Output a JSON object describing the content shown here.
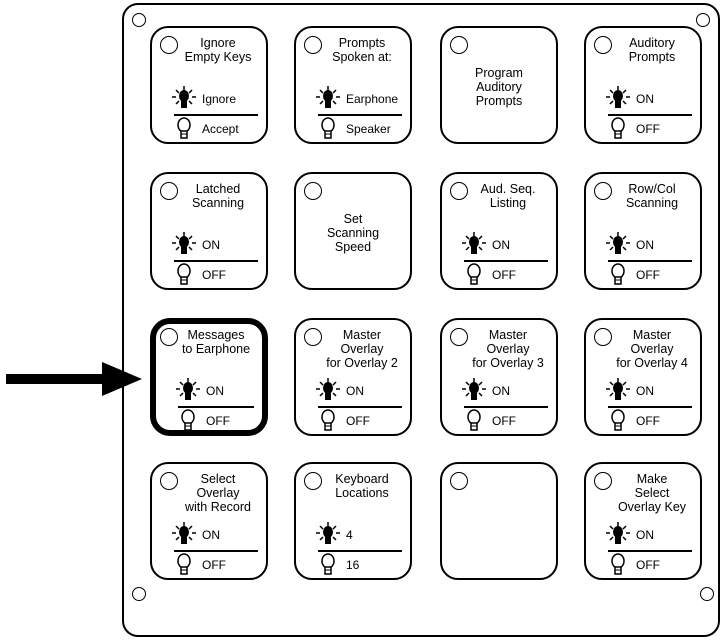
{
  "keys": [
    {
      "title": "Ignore\nEmpty Keys",
      "on": "Ignore",
      "off": "Accept"
    },
    {
      "title": "Prompts\nSpoken at:",
      "on": "Earphone",
      "off": "Speaker"
    },
    {
      "title": "Program\nAuditory\nPrompts"
    },
    {
      "title": "Auditory\nPrompts",
      "on": "ON",
      "off": "OFF"
    },
    {
      "title": "Latched\nScanning",
      "on": "ON",
      "off": "OFF"
    },
    {
      "title": "Set\nScanning\nSpeed"
    },
    {
      "title": "Aud. Seq.\nListing",
      "on": "ON",
      "off": "OFF"
    },
    {
      "title": "Row/Col\nScanning",
      "on": "ON",
      "off": "OFF"
    },
    {
      "title": "Messages\nto Earphone",
      "on": "ON",
      "off": "OFF",
      "highlighted": true
    },
    {
      "title": "Master\nOverlay\nfor Overlay 2",
      "on": "ON",
      "off": "OFF"
    },
    {
      "title": "Master\nOverlay\nfor Overlay 3",
      "on": "ON",
      "off": "OFF"
    },
    {
      "title": "Master\nOverlay\nfor Overlay 4",
      "on": "ON",
      "off": "OFF"
    },
    {
      "title": "Select\nOverlay\nwith Record",
      "on": "ON",
      "off": "OFF"
    },
    {
      "title": "Keyboard\nLocations",
      "on": "4",
      "off": "16"
    },
    {
      "title": ""
    },
    {
      "title": "Make\nSelect\nOverlay Key",
      "on": "ON",
      "off": "OFF"
    }
  ]
}
